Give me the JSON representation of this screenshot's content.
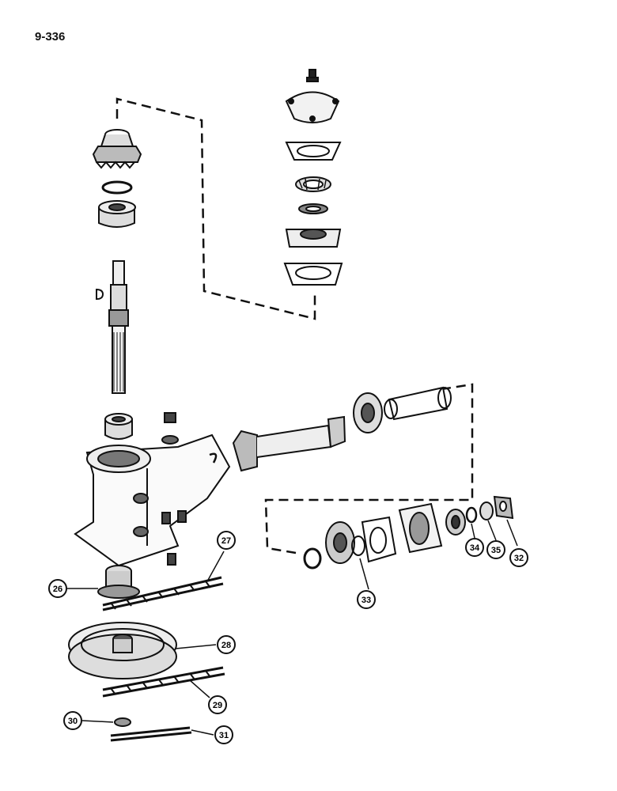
{
  "page": {
    "number": "9-336"
  },
  "callouts": [
    {
      "id": "c26",
      "label": "26"
    },
    {
      "id": "c27",
      "label": "27"
    },
    {
      "id": "c28",
      "label": "28"
    },
    {
      "id": "c29",
      "label": "29"
    },
    {
      "id": "c30",
      "label": "30"
    },
    {
      "id": "c31",
      "label": "31"
    },
    {
      "id": "c32",
      "label": "32"
    },
    {
      "id": "c33",
      "label": "33"
    },
    {
      "id": "c34",
      "label": "34"
    },
    {
      "id": "c35",
      "label": "35"
    }
  ],
  "colors": {
    "ink": "#111111",
    "paper": "#ffffff"
  }
}
